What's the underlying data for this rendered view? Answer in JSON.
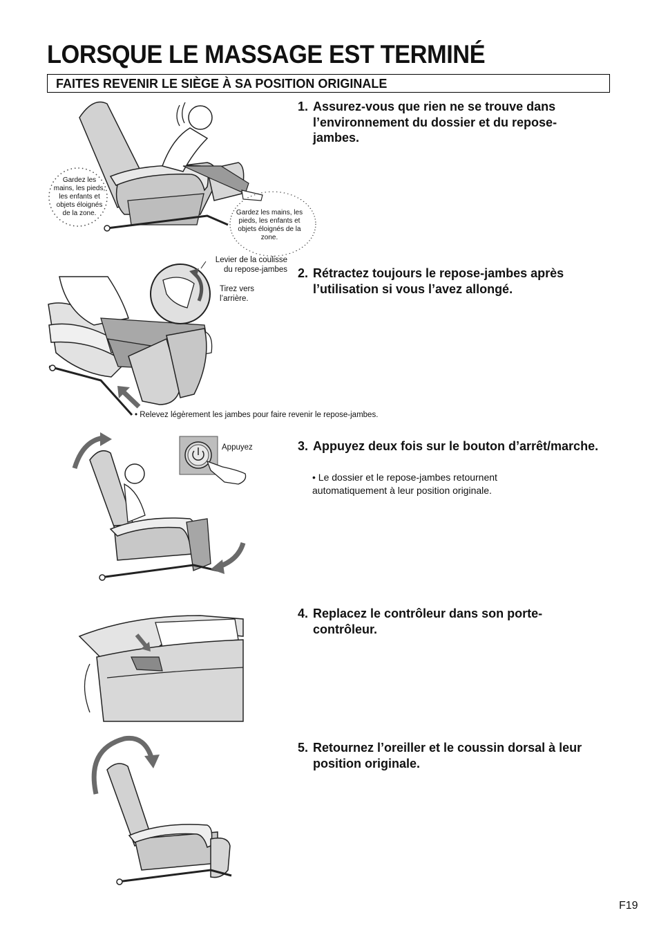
{
  "page": {
    "title": "LORSQUE LE MASSAGE EST TERMINÉ",
    "section_heading": "FAITES REVENIR LE SIÈGE À SA POSITION ORIGINALE",
    "page_number": "F19"
  },
  "steps": [
    {
      "number": "1.",
      "text": "Assurez-vous que rien ne se trouve dans l’environnement du dossier et du repose-jambes."
    },
    {
      "number": "2.",
      "text": "Rétractez toujours le repose-jambes après l’utilisation si vous l’avez allongé."
    },
    {
      "number": "3.",
      "text": "Appuyez deux fois sur le bouton d’arrêt/marche.",
      "note": "• Le dossier et le repose-jambes retournent automatiquement à leur position originale."
    },
    {
      "number": "4.",
      "text": "Replacez le contrôleur dans son porte-contrôleur."
    },
    {
      "number": "5.",
      "text": "Retournez l’oreiller et le coussin dorsal à leur position originale."
    }
  ],
  "callouts": {
    "zone_left": "Gardez les mains, les pieds, les enfants et objets éloignés de la zone.",
    "zone_right": "Gardez les mains, les pieds, les enfants et objets éloignés de la zone.",
    "lever_label": "Levier de la coulisse du repose-jambes",
    "pull_label": "Tirez vers l’arrière.",
    "legs_note": "• Relevez légèrement les jambes pour faire revenir le repose-jambes.",
    "press_label": "Appuyez"
  },
  "icons": [
    "power-button-icon",
    "hand-pointer-icon",
    "rotate-arrow-icon",
    "curved-arrow-icon",
    "straight-arrow-icon"
  ],
  "colors": {
    "text": "#111111",
    "chair_gray": "#cfcfcf",
    "dark_gray": "#8a8a8a"
  }
}
